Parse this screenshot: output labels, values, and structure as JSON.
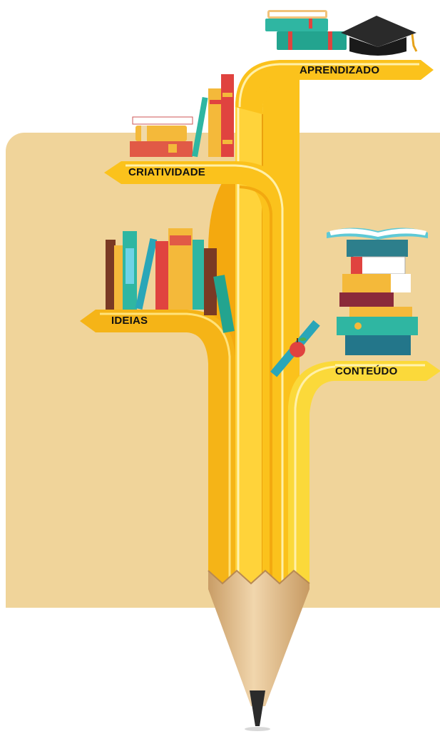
{
  "labels": {
    "aprendizado": "APRENDIZADO",
    "criatividade": "CRIATIVIDADE",
    "ideias": "IDEIAS",
    "conteudo": "CONTEÚDO"
  },
  "colors": {
    "panel": "#f0d49a",
    "pencil_yellow": "#f7c21f",
    "pencil_dark": "#eea412",
    "pencil_light": "#fde27a",
    "wood": "#e9c99a",
    "lead": "#2b2b2b"
  }
}
